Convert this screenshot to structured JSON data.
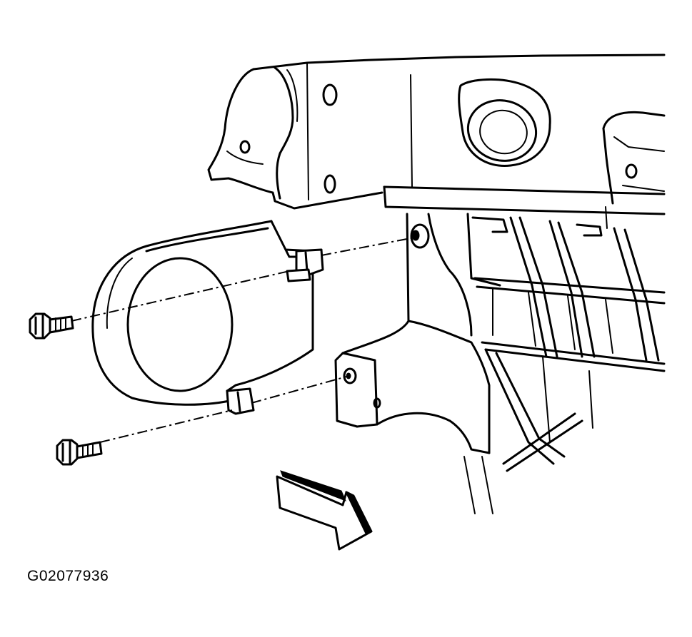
{
  "figure": {
    "code": "G02077936"
  },
  "colors": {
    "line": "#000000",
    "background": "#ffffff"
  },
  "parts": [
    {
      "id": "engine-block",
      "icon": "engine-block-outline"
    },
    {
      "id": "oil-pan",
      "icon": "oil-pan-outline"
    },
    {
      "id": "engine-mount-bracket",
      "icon": "bracket-outline"
    },
    {
      "id": "splash-shield-cover",
      "icon": "round-cover-outline"
    },
    {
      "id": "upper-bolt",
      "icon": "bolt-icon"
    },
    {
      "id": "lower-bolt",
      "icon": "bolt-icon"
    },
    {
      "id": "front-arrow",
      "icon": "arrow-icon"
    }
  ]
}
